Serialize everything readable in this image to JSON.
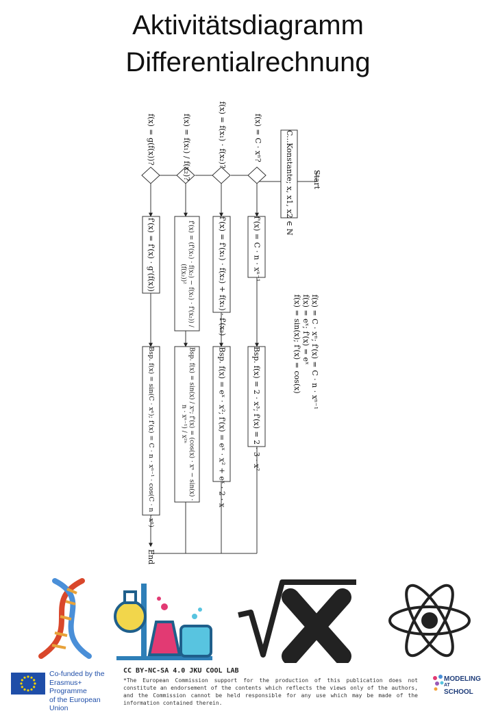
{
  "title": {
    "line1": "Aktivitätsdiagramm",
    "line2": "Differentialrechnung"
  },
  "diagram": {
    "start_label": "Start",
    "end_label": "End",
    "constants_box": "C...Konstante; x, x1, x2 ∈ ℕ",
    "rules_note": [
      "f(x) = C · xⁿ; f'(x) = C · n · xⁿ⁻¹",
      "f(x) = eˣ; f'(x) = eˣ",
      "f(x) = sin(x); f'(x) = cos(x)"
    ],
    "branches": [
      {
        "condition": "f(x) = C · xⁿ?",
        "derivative": "f'(x) = C · n · xⁿ⁻¹",
        "example": "Bsp. f(x) = 2 · x³; f'(x) = 2 · 3 · x²"
      },
      {
        "condition": "f(x) = f(x₁) · f(x₂)?",
        "derivative": "f'(x) = f'(x₁) · f(x₂) + f(x₁) · f'(x₂)",
        "example": "Bsp. f(x) = eˣ · x²; f'(x) = eˣ · x² + eˣ · 2 · x"
      },
      {
        "condition": "f(x) = f(x₁) / f(x₂)?",
        "derivative": "f'(x) = (f'(x₁) · f(x₂) − f(x₁) · f'(x₂)) / (f(x₂))²",
        "example": "Bsp. f(x) = sin(x) / xⁿ; f'(x) = (cos(x) · xⁿ − sin(x) · n · xⁿ⁻¹) / x²ⁿ"
      },
      {
        "condition": "f(x) = g(f(x))?",
        "derivative": "f'(x) = f'(x) · g'(f(x))",
        "example": "Bsp. f(x) = sin(C · xⁿ); f'(x) = C · n · xⁿ⁻¹ · cos(C · n · xⁿ)"
      }
    ]
  },
  "icons": [
    "dna-icon",
    "chemistry-flasks-icon",
    "square-root-x-icon",
    "atom-icon"
  ],
  "footer": {
    "eu_text": [
      "Co-funded by the",
      "Erasmus+ Programme",
      "of the European Union"
    ],
    "license": "CC BY-NC-SA 4.0 JKU COOL LAB",
    "disclaimer": "*The European Commission support for the production of this publication does not constitute an endorsement of the contents which reflects the views only of the authors, and the Commission cannot be held responsible for any use which may be made of the information contained therein.",
    "logo_text": [
      "MODELING",
      "AT",
      "SCHOOL"
    ]
  },
  "colors": {
    "eu_blue": "#1f4ea8",
    "eu_star": "#f5d300",
    "dna_red": "#d9472b",
    "dna_blue": "#4a8fd8",
    "flask_blue": "#2e7fb8",
    "flask_yellow": "#f2d64b",
    "flask_pink": "#e23a73",
    "flask_cyan": "#58c4e0"
  }
}
